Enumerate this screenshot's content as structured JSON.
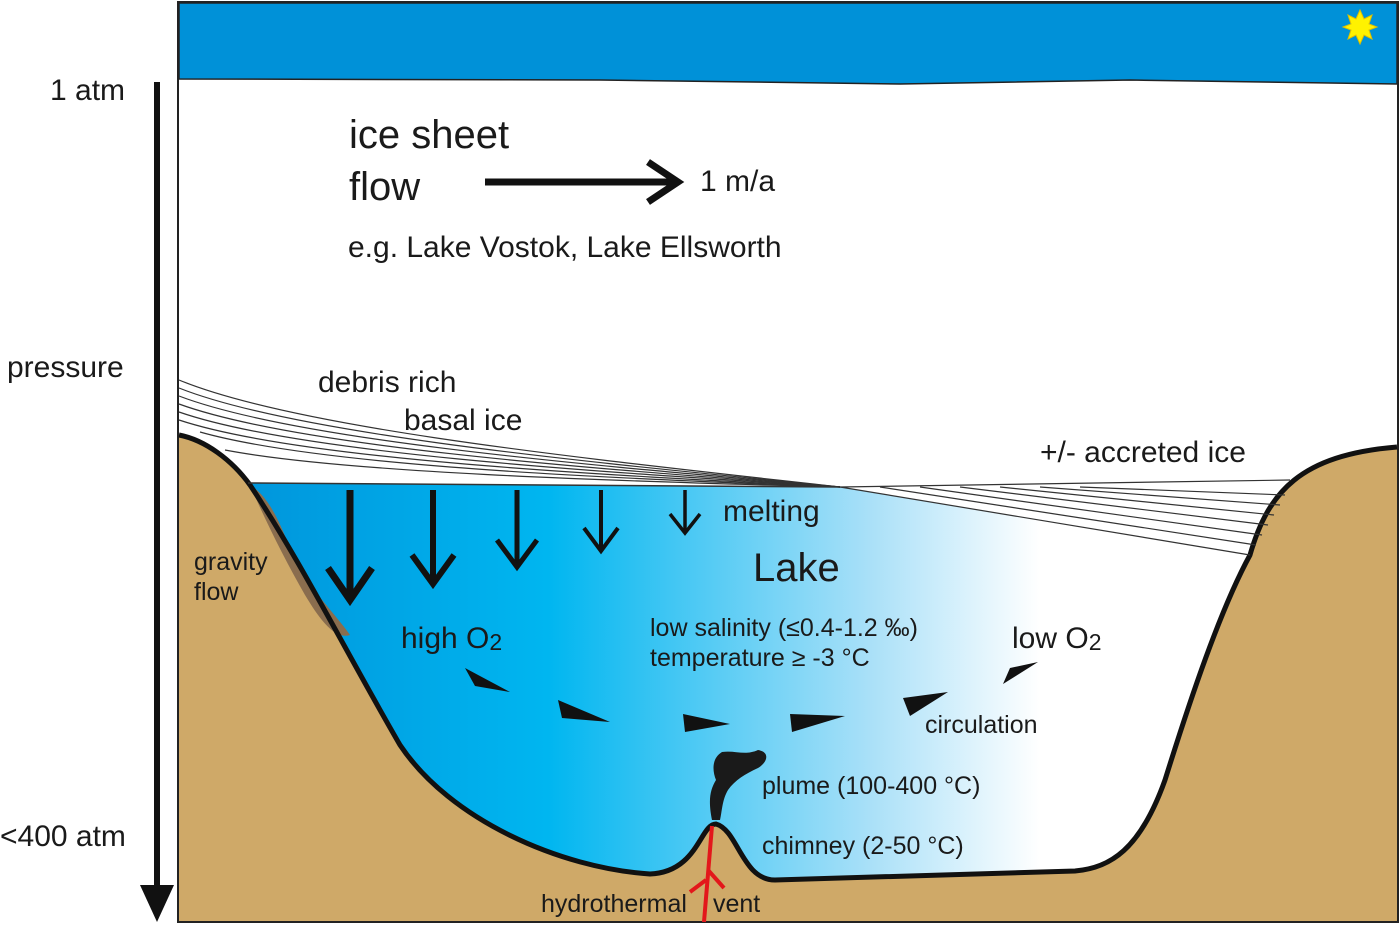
{
  "pressure_axis": {
    "top": "1 atm",
    "middle": "pressure",
    "bottom": "<400 atm"
  },
  "ice": {
    "flow_title_line1": "ice sheet",
    "flow_title_line2": "flow",
    "flow_rate": "1 m/a",
    "examples": "e.g. Lake Vostok, Lake Ellsworth",
    "basal_line1": "debris rich",
    "basal_line2": "basal ice",
    "accreted": "+/- accreted ice"
  },
  "lake": {
    "melting": "melting",
    "title": "Lake",
    "gravity_line1": "gravity",
    "gravity_line2": "flow",
    "high_o2": "high O",
    "low_o2": "low O",
    "o2_sub": "2",
    "salinity": "low salinity (≤0.4-1.2 ‰)",
    "temperature": "temperature ≥ -3 °C",
    "circulation": "circulation",
    "plume": "plume (100-400 °C)",
    "chimney": "chimney (2-50 °C)",
    "vent_part1": "hydrothermal",
    "vent_part2": "vent"
  },
  "colors": {
    "sky": "#0091d8",
    "lake": "#00b2ee",
    "bedrock": "#cfa968",
    "sediment": "#8a6d4e",
    "vent": "#e3171b"
  }
}
